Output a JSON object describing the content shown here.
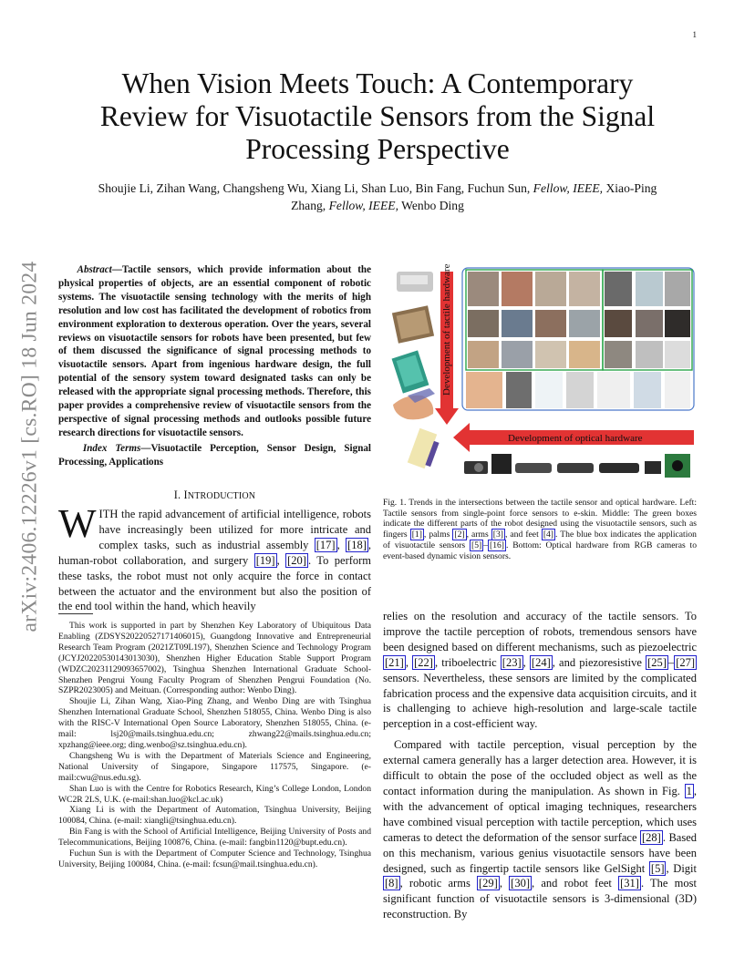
{
  "page_number": "1",
  "arxiv_id": "arXiv:2406.12226v1  [cs.RO]  18 Jun 2024",
  "title_lines": [
    "When Vision Meets Touch: A Contemporary",
    "Review for Visuotactile Sensors from the Signal",
    "Processing Perspective"
  ],
  "authors": {
    "line1_a": "Shoujie Li, Zihan Wang, Changsheng Wu, Xiang Li, Shan Luo, Bin Fang, Fuchun Sun, ",
    "line1_fellow": "Fellow, IEEE,",
    "line1_b": " Xiao-Ping",
    "line2_a": "Zhang, ",
    "line2_fellow": "Fellow, IEEE,",
    "line2_b": " Wenbo Ding"
  },
  "abstract": {
    "label": "Abstract",
    "dash": "—",
    "text": "Tactile sensors, which provide information about the physical properties of objects, are an essential component of robotic systems. The visuotactile sensing technology with the merits of high resolution and low cost has facilitated the development of robotics from environment exploration to dexterous operation. Over the years, several reviews on visuotactile sensors for robots have been presented, but few of them discussed the significance of signal processing methods to visuotactile sensors. Apart from ingenious hardware design, the full potential of the sensory system toward designated tasks can only be released with the appropriate signal processing methods. Therefore, this paper provides a comprehensive review of visuotactile sensors from the perspective of signal processing methods and outlooks possible future research directions for visuotactile sensors."
  },
  "index_terms": {
    "label": "Index Terms",
    "dash": "—",
    "text": "Visuotactile Perception, Sensor Design, Signal Processing, Applications"
  },
  "section": {
    "number": "I. ",
    "first_letter": "I",
    "rest": "NTRODUCTION"
  },
  "intro": {
    "dropcap": "W",
    "t1": "ITH the rapid advancement of artificial intelligence, robots have increasingly been utilized for more intricate and complex tasks, such as industrial assembly ",
    "r17": "[17]",
    "t2": ", ",
    "r18": "[18]",
    "t3": ", human-robot collaboration, and surgery ",
    "r19": "[19]",
    "t4": ", ",
    "r20": "[20]",
    "t5": ". To perform these tasks, the robot must not only acquire the force in contact between the actuator and the environment but also the position of the end tool within the hand, which heavily"
  },
  "footnotes": [
    "This work is supported in part by Shenzhen Key Laboratory of Ubiquitous Data Enabling (ZDSYS20220527171406015), Guangdong Innovative and Entrepreneurial Research Team Program (2021ZT09L197), Shenzhen Science and Technology Program (JCYJ20220530143013030), Shenzhen Higher Education Stable Support Program (WDZC20231129093657002), Tsinghua Shenzhen International Graduate School-Shenzhen Pengrui Young Faculty Program of Shenzhen Pengrui Foundation (No. SZPR2023005) and Meituan. (Corresponding author: Wenbo Ding).",
    "Shoujie Li, Zihan Wang, Xiao-Ping Zhang, and Wenbo Ding are with Tsinghua Shenzhen International Graduate School, Shenzhen 518055, China. Wenbo Ding is also with the RISC-V International Open Source Laboratory, Shenzhen 518055, China. (e-mail: lsj20@mails.tsinghua.edu.cn; zhwang22@mails.tsinghua.edu.cn; xpzhang@ieee.org; ding.wenbo@sz.tsinghua.edu.cn).",
    "Changsheng Wu is with the Department of Materials Science and Engineering, National University of Singapore, Singapore 117575, Singapore. (e-mail:cwu@nus.edu.sg).",
    "Shan Luo is with the Centre for Robotics Research, King’s College London, London WC2R 2LS, U.K. (e-mail:shan.luo@kcl.ac.uk)",
    "Xiang Li is with the Department of Automation, Tsinghua University, Beijing 100084, China. (e-mail: xiangli@tsinghua.edu.cn).",
    "Bin Fang is with the School of Artificial Intelligence, Beijing University of Posts and Telecommunications, Beijing 100876, China. (e-mail: fangbin1120@bupt.edu.cn).",
    "Fuchun Sun is with the Department of Computer Science and Technology, Tsinghua University, Beijing 100084, China. (e-mail: fcsun@mail.tsinghua.edu.cn)."
  ],
  "figure": {
    "vertical_label": "Development of tactile hardware",
    "horizontal_label": "Development of optical hardware"
  },
  "caption": {
    "c1": "Fig. 1.   Trends in the intersections between the tactile sensor and optical hardware. Left: Tactile sensors from single-point force sensors to e-skin. Middle: The green boxes indicate the different parts of the robot designed using the visuotactile sensors, such as fingers ",
    "r1": "[1]",
    "c2": ", palms ",
    "r2": "[2]",
    "c3": ", arms ",
    "r3": "[3]",
    "c4": ", and feet ",
    "r4": "[4]",
    "c5": ". The blue box indicates the application of visuotactile sensors ",
    "r5": "[5]",
    "c6": "–",
    "r16": "[16]",
    "c7": ". Bottom: Optical hardware from RGB cameras to event-based dynamic vision sensors."
  },
  "right": {
    "p1_a": "relies on the resolution and accuracy of the tactile sensors. To improve the tactile perception of robots, tremendous sensors have been designed based on different mechanisms, such as piezoelectric ",
    "r21": "[21]",
    "p1_b": ", ",
    "r22": "[22]",
    "p1_c": ", triboelectric ",
    "r23": "[23]",
    "p1_d": ", ",
    "r24": "[24]",
    "p1_e": ", and piezoresistive ",
    "r25": "[25]",
    "p1_f": "–",
    "r27": "[27]",
    "p1_g": " sensors. Nevertheless, these sensors are limited by the complicated fabrication process and the expensive data acquisition circuits, and it is challenging to achieve high-resolution and large-scale tactile perception in a cost-efficient way.",
    "p2_a": "Compared with tactile perception, visual perception by the external camera generally has a larger detection area. However, it is difficult to obtain the pose of the occluded object as well as the contact information during the manipulation. As shown in Fig. ",
    "fig1": "1",
    "p2_b": ", with the advancement of optical imaging techniques, researchers have combined visual perception with tactile perception, which uses cameras to detect the deformation of the sensor surface ",
    "r28": "[28]",
    "p2_c": ". Based on this mechanism, various genius visuotactile sensors have been designed, such as fingertip tactile sensors like GelSight ",
    "r5b": "[5]",
    "p2_d": ", Digit ",
    "r8": "[8]",
    "p2_e": ", robotic arms ",
    "r29": "[29]",
    "p2_f": ", ",
    "r30": "[30]",
    "p2_g": ", and robot feet ",
    "r31": "[31]",
    "p2_h": ". The most significant function of visuotactile sensors is 3-dimensional (3D) reconstruction. By"
  }
}
